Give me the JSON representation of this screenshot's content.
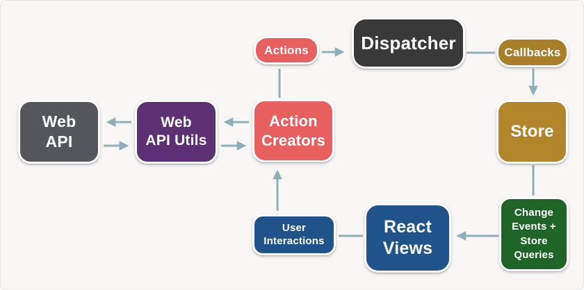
{
  "nodes": {
    "actions": {
      "label": "Actions",
      "color": "#e75f5f"
    },
    "dispatcher": {
      "label": "Dispatcher",
      "color": "#3a393a"
    },
    "callbacks": {
      "label": "Callbacks",
      "color": "#a87e28"
    },
    "web_api": {
      "label": "Web\nAPI",
      "color": "#55565b"
    },
    "web_api_utils": {
      "label": "Web\nAPI Utils",
      "color": "#5d2f73"
    },
    "action_creators": {
      "label": "Action\nCreators",
      "color": "#e75f5f"
    },
    "store": {
      "label": "Store",
      "color": "#b3862c"
    },
    "change_events": {
      "label": "Change\nEvents +\nStore\nQueries",
      "color": "#1e6527"
    },
    "user_interactions": {
      "label": "User\nInteractions",
      "color": "#20538a"
    },
    "react_views": {
      "label": "React\nViews",
      "color": "#20538a"
    }
  },
  "edges": [
    {
      "from": "action_creators",
      "to": "actions",
      "arrowhead": false
    },
    {
      "from": "actions",
      "to": "dispatcher",
      "arrowhead": true
    },
    {
      "from": "dispatcher",
      "to": "callbacks",
      "arrowhead": false
    },
    {
      "from": "callbacks",
      "to": "store",
      "arrowhead": true
    },
    {
      "from": "store",
      "to": "change_events",
      "arrowhead": false
    },
    {
      "from": "change_events",
      "to": "react_views",
      "arrowhead": true
    },
    {
      "from": "react_views",
      "to": "user_interactions",
      "arrowhead": false
    },
    {
      "from": "user_interactions",
      "to": "action_creators",
      "arrowhead": true
    },
    {
      "from": "web_api_utils",
      "to": "web_api",
      "arrowhead": true
    },
    {
      "from": "web_api",
      "to": "web_api_utils",
      "arrowhead": true
    },
    {
      "from": "action_creators",
      "to": "web_api_utils",
      "arrowhead": true
    },
    {
      "from": "web_api_utils",
      "to": "action_creators",
      "arrowhead": true
    }
  ],
  "colors": {
    "background": "#f8f7f6",
    "arrow": "#8fafb8",
    "node_border": "#ffffff",
    "node_text": "#ffffff"
  }
}
